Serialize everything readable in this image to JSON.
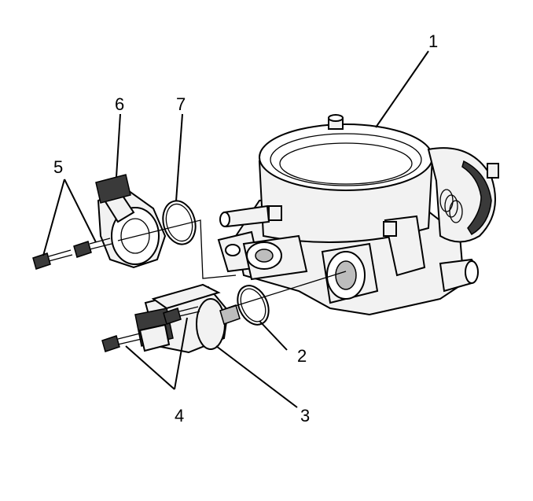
{
  "callouts": [
    {
      "id": "1",
      "text": "1"
    },
    {
      "id": "2",
      "text": "2"
    },
    {
      "id": "3",
      "text": "3"
    },
    {
      "id": "4",
      "text": "4"
    },
    {
      "id": "5",
      "text": "5"
    },
    {
      "id": "6",
      "text": "6"
    },
    {
      "id": "7",
      "text": "7"
    }
  ],
  "colors": {
    "line": "#000000",
    "background": "#ffffff",
    "shade": "#3a3a3a"
  }
}
